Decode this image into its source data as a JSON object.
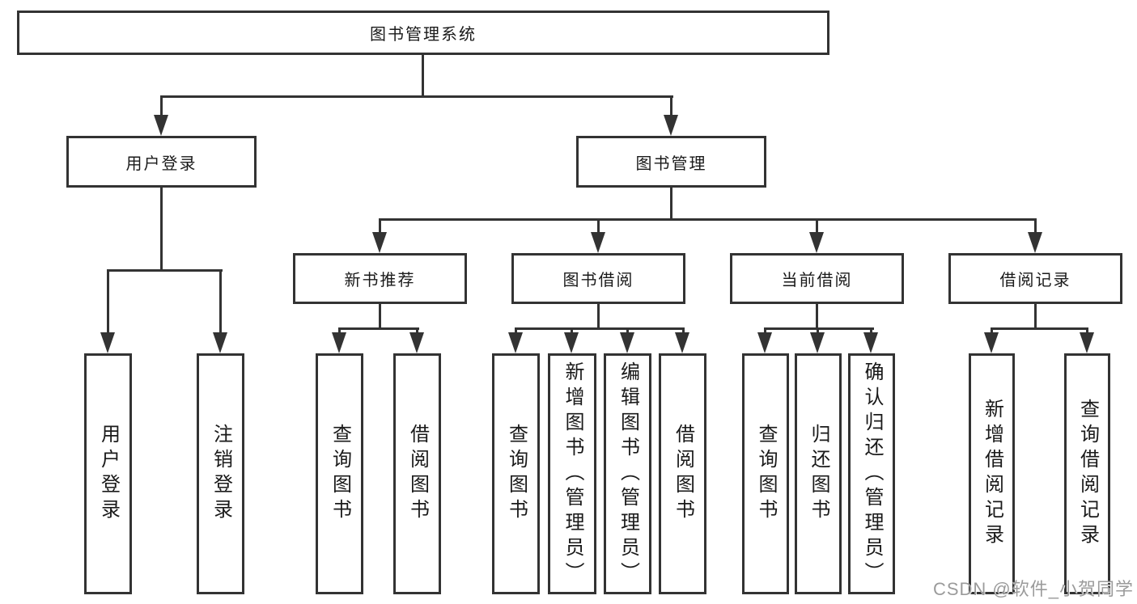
{
  "diagram": {
    "root": {
      "label": "图书管理系统"
    },
    "level2": [
      {
        "label": "用户登录"
      },
      {
        "label": "图书管理"
      }
    ],
    "level3": [
      {
        "label": "新书推荐"
      },
      {
        "label": "图书借阅"
      },
      {
        "label": "当前借阅"
      },
      {
        "label": "借阅记录"
      }
    ],
    "leaves": {
      "login": [
        {
          "label": "用户登录"
        },
        {
          "label": "注销登录"
        }
      ],
      "recommend": [
        {
          "label": "查询图书"
        },
        {
          "label": "借阅图书"
        }
      ],
      "borrow": [
        {
          "label": "查询图书"
        },
        {
          "label": "新增图书（管理员）"
        },
        {
          "label": "编辑图书（管理员）"
        },
        {
          "label": "借阅图书"
        }
      ],
      "current": [
        {
          "label": "查询图书"
        },
        {
          "label": "归还图书"
        },
        {
          "label": "确认归还（管理员）"
        }
      ],
      "records": [
        {
          "label": "新增借阅记录"
        },
        {
          "label": "查询借阅记录"
        }
      ]
    }
  },
  "watermark": {
    "text": "CSDN @软件_小贺同学"
  },
  "colors": {
    "line": "#333333",
    "text": "#1a1a1a",
    "background": "#ffffff",
    "watermark": "#9b9b9b"
  }
}
